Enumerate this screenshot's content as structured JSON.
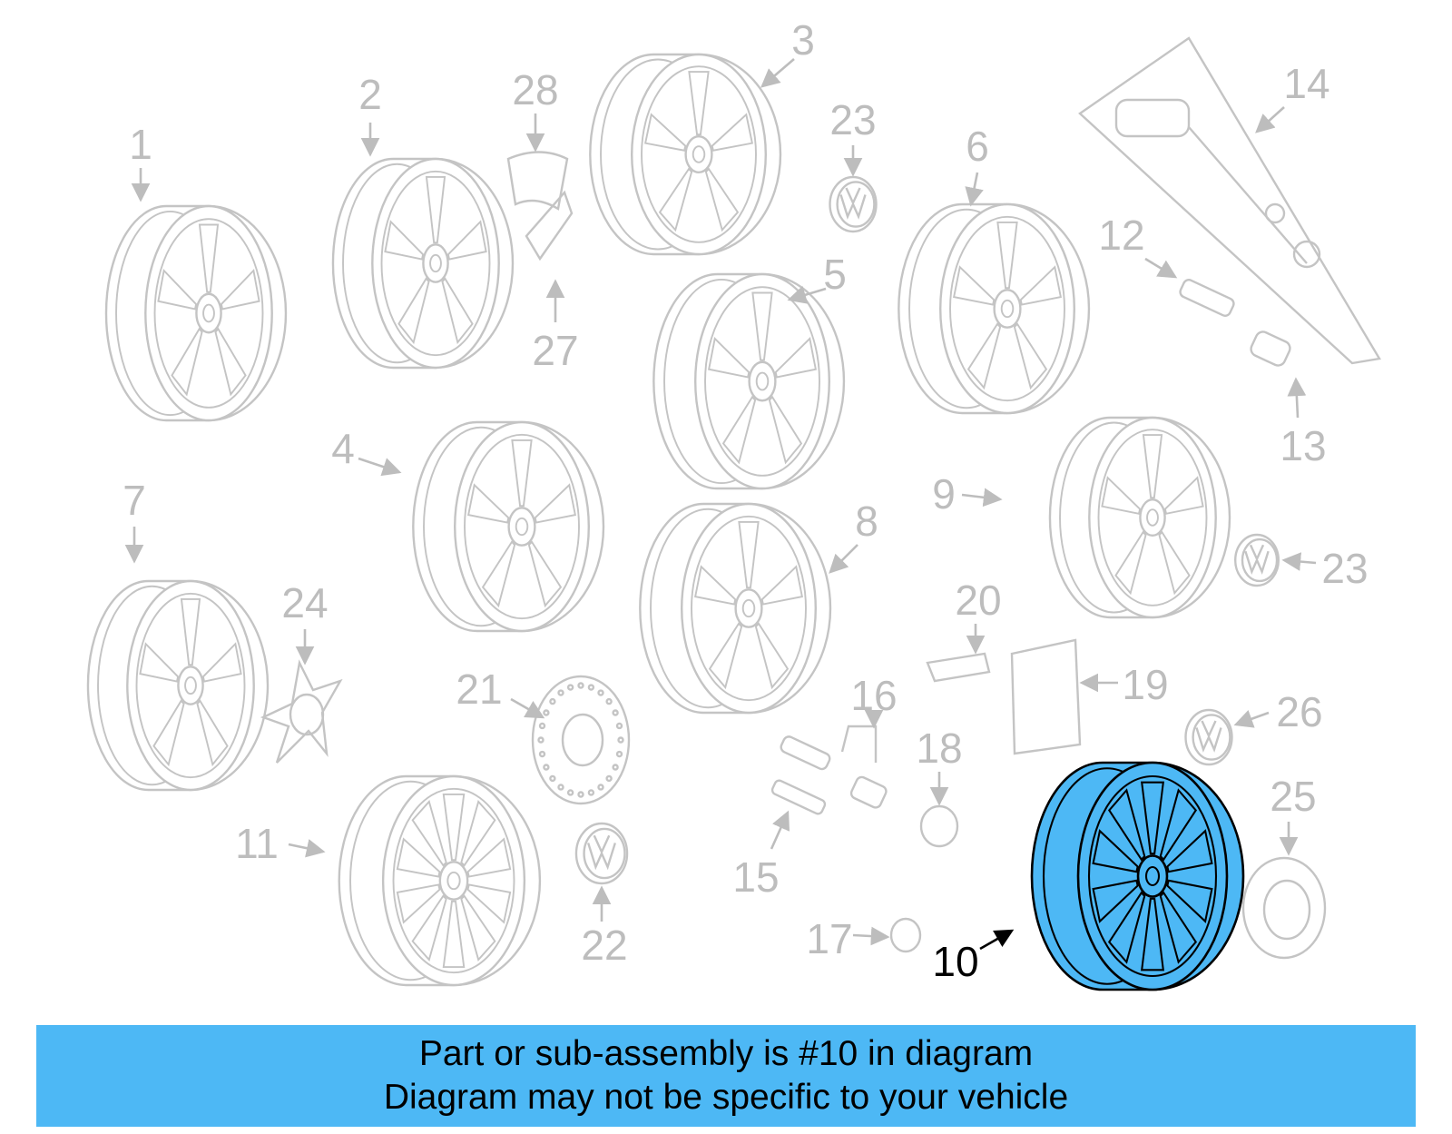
{
  "diagram": {
    "highlight_color": "#4db8f5",
    "line_color": "#c4c4c4",
    "callouts": [
      {
        "id": "1",
        "label": "1"
      },
      {
        "id": "2",
        "label": "2"
      },
      {
        "id": "3",
        "label": "3"
      },
      {
        "id": "4",
        "label": "4"
      },
      {
        "id": "5",
        "label": "5"
      },
      {
        "id": "6",
        "label": "6"
      },
      {
        "id": "7",
        "label": "7"
      },
      {
        "id": "8",
        "label": "8"
      },
      {
        "id": "9",
        "label": "9"
      },
      {
        "id": "10",
        "label": "10",
        "highlighted": true
      },
      {
        "id": "11",
        "label": "11"
      },
      {
        "id": "12",
        "label": "12"
      },
      {
        "id": "13",
        "label": "13"
      },
      {
        "id": "14",
        "label": "14"
      },
      {
        "id": "15",
        "label": "15"
      },
      {
        "id": "16",
        "label": "16"
      },
      {
        "id": "17",
        "label": "17"
      },
      {
        "id": "18",
        "label": "18"
      },
      {
        "id": "19",
        "label": "19"
      },
      {
        "id": "20",
        "label": "20"
      },
      {
        "id": "21",
        "label": "21"
      },
      {
        "id": "22",
        "label": "22"
      },
      {
        "id": "23a",
        "label": "23"
      },
      {
        "id": "23b",
        "label": "23"
      },
      {
        "id": "24",
        "label": "24"
      },
      {
        "id": "25",
        "label": "25"
      },
      {
        "id": "26",
        "label": "26"
      },
      {
        "id": "27",
        "label": "27"
      },
      {
        "id": "28",
        "label": "28"
      }
    ]
  },
  "banner": {
    "line1": "Part or sub-assembly is #10 in diagram",
    "line2": "Diagram may not be specific to your vehicle",
    "color": "#4db8f5"
  }
}
